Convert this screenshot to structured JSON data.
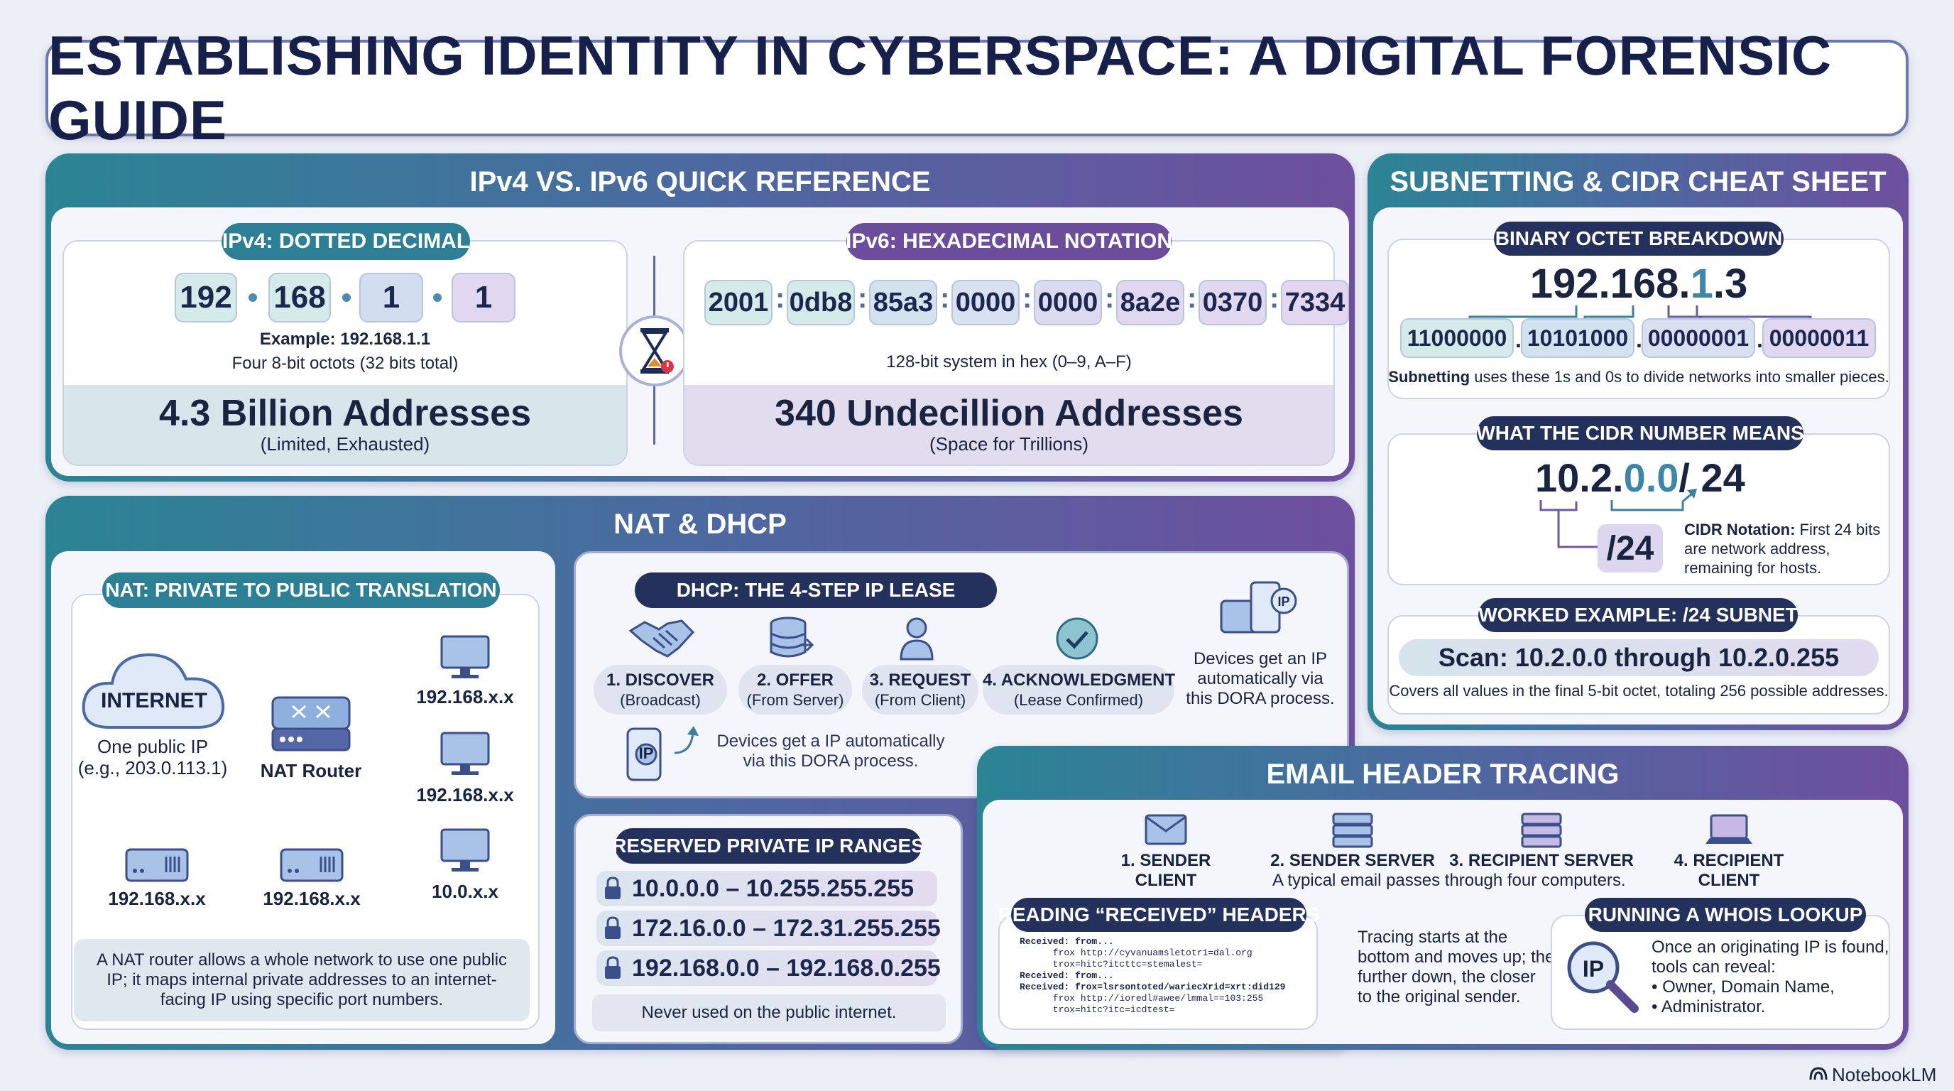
{
  "title": "ESTABLISHING IDENTITY IN CYBERSPACE: A DIGITAL FORENSIC GUIDE",
  "ipref": {
    "title": "IPv4 VS. IPv6 QUICK REFERENCE",
    "ipv4": {
      "label": "IPv4: DOTTED DECIMAL",
      "octets": [
        "192",
        "168",
        "1",
        "1"
      ],
      "example": "Example: 192.168.1.1",
      "desc": "Four 8-bit octots (32 bits total)",
      "count": "4.3 Billion Addresses",
      "note": "(Limited, Exhausted)"
    },
    "ipv6": {
      "label": "IPv6: HEXADECIMAL NOTATION",
      "groups": [
        "2001",
        "0db8",
        "85a3",
        "0000",
        "0000",
        "8a2e",
        "0370",
        "7334"
      ],
      "desc": "128-bit system in hex (0–9, A–F)",
      "count": "340 Undecillion Addresses",
      "note": "(Space for Trillions)"
    }
  },
  "subnet": {
    "title": "SUBNETTING & CIDR CHEAT SHEET",
    "binary": {
      "label": "BINARY OCTET BREAKDOWN",
      "ip_a": "192.168.",
      "ip_b": "1",
      "ip_c": ".3",
      "octets": [
        "11000000",
        "10101000",
        "00000001",
        "00000011"
      ],
      "note_bold": "Subnetting",
      "note_rest": " uses these 1s and 0s to divide networks into smaller pieces."
    },
    "cidr": {
      "label": "WHAT THE CIDR NUMBER MEANS",
      "ip_a": "10.2.",
      "ip_b": "0.0",
      "slash": "/ 24",
      "badge": "/24",
      "note_bold": "CIDR Notation:",
      "note_rest1": " First 24 bits",
      "note_rest2": "are network address,",
      "note_rest3": "remaining for hosts."
    },
    "worked": {
      "label": "WORKED EXAMPLE: /24 SUBNET",
      "scan": "Scan: 10.2.0.0 through 10.2.0.255",
      "note": "Covers all values in the final 5-bit octet, totaling 256 possible addresses."
    }
  },
  "nat": {
    "title": "NAT & DHCP",
    "label": "NAT: PRIVATE TO PUBLIC TRANSLATION",
    "internet": "INTERNET",
    "public_ip_1": "One public IP",
    "public_ip_2": "(e.g., 203.0.113.1)",
    "router": "NAT Router",
    "dev1": "192.168.x.x",
    "dev2": "192.168.x.x",
    "dev3": "192.168.x.x",
    "dev4": "192.168.x.x",
    "dev5": "10.0.x.x",
    "desc1": "A NAT router allows a whole network to use one public",
    "desc2": "IP; it maps internal private addresses to an internet-",
    "desc3": "facing IP using specific port numbers."
  },
  "dhcp": {
    "label": "DHCP: THE 4-STEP IP LEASE",
    "steps": [
      {
        "name": "1. DISCOVER",
        "sub": "(Broadcast)"
      },
      {
        "name": "2. OFFER",
        "sub": "(From Server)"
      },
      {
        "name": "3. REQUEST",
        "sub": "(From Client)"
      },
      {
        "name": "4. ACKNOWLEDGMENT",
        "sub": "(Lease Confirmed)"
      }
    ],
    "side1": "Devices get an IP",
    "side2": "automatically via",
    "side3": "this DORA process.",
    "bottom1": "Devices get a IP automatically",
    "bottom2": "via this DORA process.",
    "ip_badge": "IP"
  },
  "reserved": {
    "label": "RESERVED PRIVATE IP RANGES",
    "ranges": [
      "10.0.0.0 – 10.255.255.255",
      "172.16.0.0 – 172.31.255.255",
      "192.168.0.0 – 192.168.0.255"
    ],
    "note": "Never used on the public internet."
  },
  "email": {
    "title": "EMAIL HEADER TRACING",
    "nodes": [
      {
        "l1": "1. SENDER",
        "l2": "CLIENT"
      },
      {
        "l1": "2. SENDER SERVER",
        "l2": ""
      },
      {
        "l1": "3. RECIPIENT SERVER",
        "l2": ""
      },
      {
        "l1": "4. RECIPIENT",
        "l2": "CLIENT"
      }
    ],
    "flow_note": "A typical email passes through four computers.",
    "headers_label": "READING “RECEIVED” HEADERS",
    "header_lines": [
      "Received: from...",
      "      frox http://cyvanuamsletotr1=dal.org",
      "      trox=hitc?itcttc=stemalest=",
      "Received: from...",
      "Received: frox=lsrsontoted/wariecXrid=xrt:did129",
      "      frox http://ioredl#awee/lmmal==103:255",
      "      trox=hitc?itc=icdtest="
    ],
    "trace1": "Tracing starts at the",
    "trace2": "bottom and moves up; the",
    "trace3": "further down, the closer",
    "trace4": "to the original sender.",
    "whois_label": "RUNNING A WHOIS LOOKUP",
    "whois_ip": "IP",
    "whois1": "Once an originating IP is found,",
    "whois2": "tools can reveal:",
    "whois3": "• Owner, Domain Name,",
    "whois4": "• Administrator."
  },
  "brand": "NotebookLM"
}
